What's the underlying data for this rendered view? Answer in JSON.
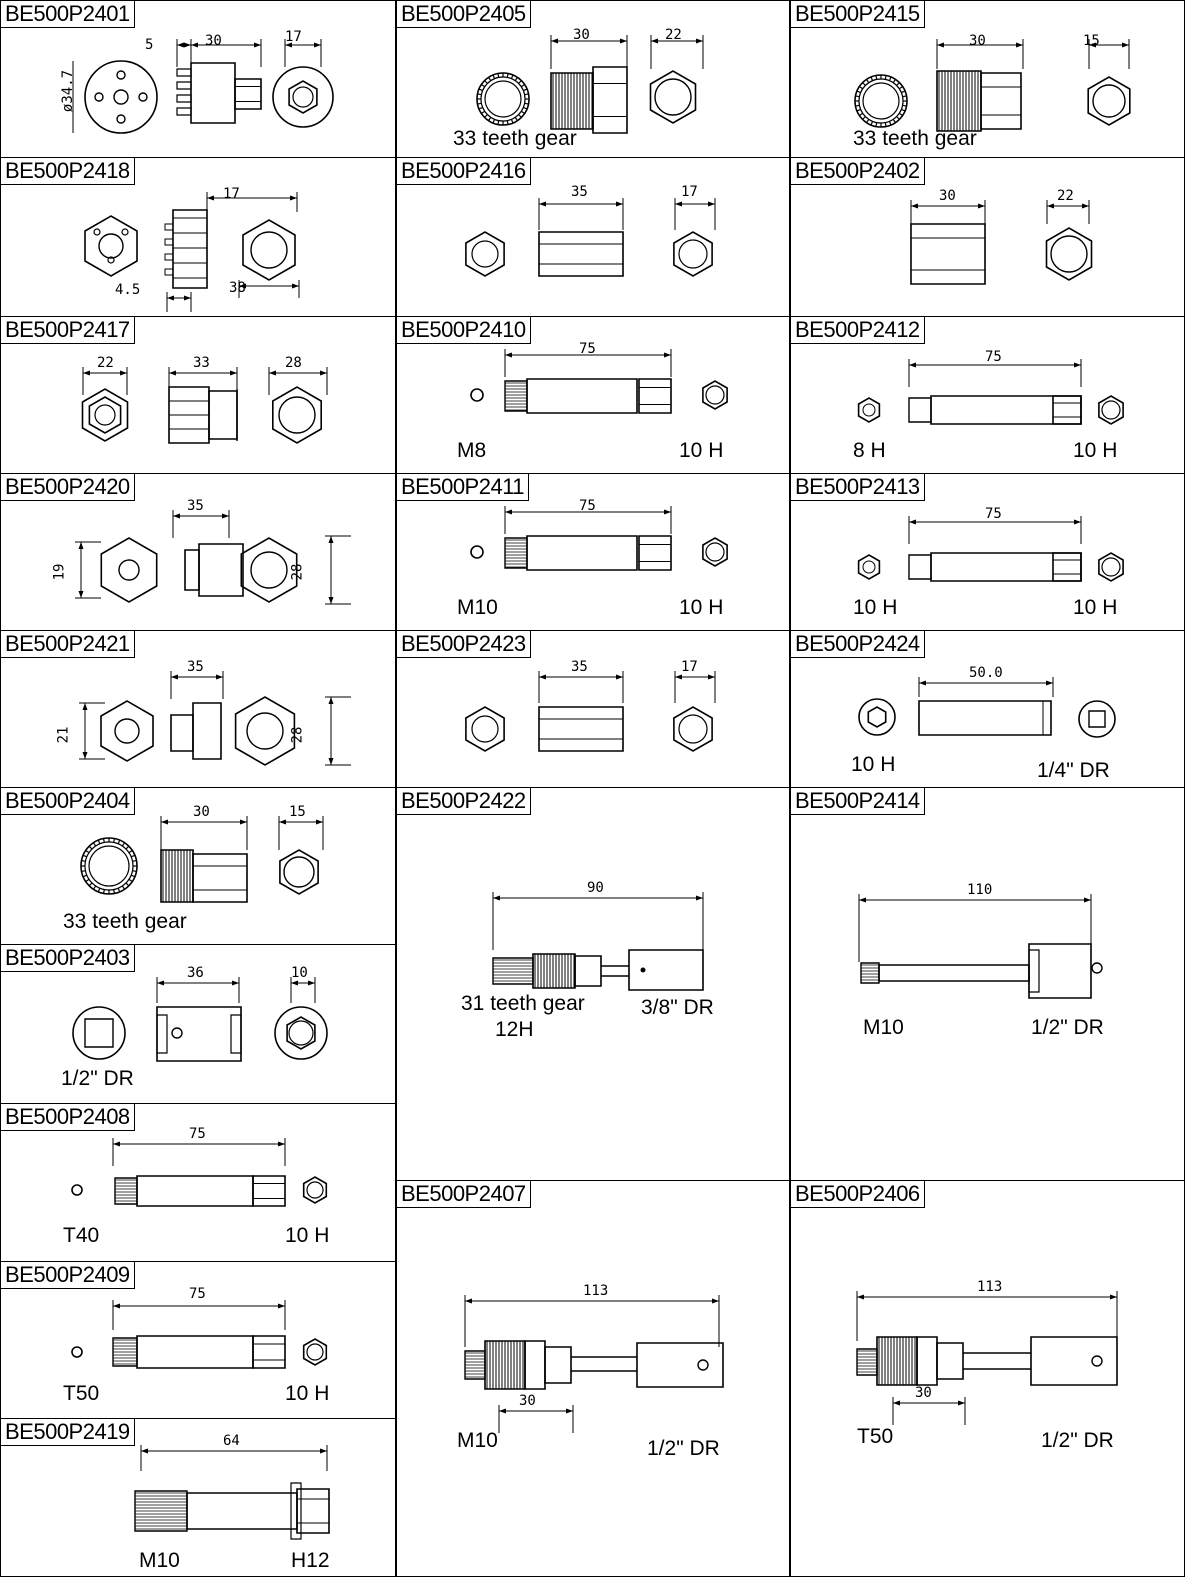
{
  "cells": [
    {
      "code": "BE500P2401",
      "labels": [],
      "dims": [
        "5",
        "30",
        "17",
        "ø34.7"
      ]
    },
    {
      "code": "BE500P2405",
      "labels": [
        "33 teeth gear"
      ],
      "dims": [
        "30",
        "22"
      ]
    },
    {
      "code": "BE500P2415",
      "labels": [
        "33 teeth gear"
      ],
      "dims": [
        "30",
        "15"
      ]
    },
    {
      "code": "BE500P2418",
      "labels": [],
      "dims": [
        "17",
        "4.5",
        "38"
      ]
    },
    {
      "code": "BE500P2416",
      "labels": [],
      "dims": [
        "35",
        "17"
      ]
    },
    {
      "code": "BE500P2402",
      "labels": [],
      "dims": [
        "30",
        "22"
      ]
    },
    {
      "code": "BE500P2417",
      "labels": [],
      "dims": [
        "22",
        "33",
        "28"
      ]
    },
    {
      "code": "BE500P2410",
      "labels": [
        "M8",
        "10 H"
      ],
      "dims": [
        "75"
      ]
    },
    {
      "code": "BE500P2412",
      "labels": [
        "8 H",
        "10 H"
      ],
      "dims": [
        "75"
      ]
    },
    {
      "code": "BE500P2420",
      "labels": [],
      "dims": [
        "35",
        "19",
        "28"
      ]
    },
    {
      "code": "BE500P2411",
      "labels": [
        "M10",
        "10 H"
      ],
      "dims": [
        "75"
      ]
    },
    {
      "code": "BE500P2413",
      "labels": [
        "10 H",
        "10 H"
      ],
      "dims": [
        "75"
      ]
    },
    {
      "code": "BE500P2421",
      "labels": [],
      "dims": [
        "35",
        "21",
        "28"
      ]
    },
    {
      "code": "BE500P2423",
      "labels": [],
      "dims": [
        "35",
        "17"
      ]
    },
    {
      "code": "BE500P2424",
      "labels": [
        "10 H",
        "1/4\" DR"
      ],
      "dims": [
        "50.0"
      ]
    },
    {
      "code": "BE500P2404",
      "labels": [
        "33 teeth gear"
      ],
      "dims": [
        "30",
        "15"
      ]
    },
    {
      "code": "BE500P2422",
      "labels": [
        "31 teeth gear",
        "12H",
        "3/8\" DR"
      ],
      "dims": [
        "90"
      ]
    },
    {
      "code": "BE500P2414",
      "labels": [
        "M10",
        "1/2\" DR"
      ],
      "dims": [
        "110"
      ]
    },
    {
      "code": "BE500P2403",
      "labels": [
        "1/2\" DR"
      ],
      "dims": [
        "36",
        "10"
      ]
    },
    {
      "code": "BE500P2408",
      "labels": [
        "T40",
        "10 H"
      ],
      "dims": [
        "75"
      ]
    },
    {
      "code": "BE500P2407",
      "labels": [
        "M10",
        "1/2\" DR"
      ],
      "dims": [
        "113",
        "30"
      ]
    },
    {
      "code": "BE500P2406",
      "labels": [
        "T50",
        "1/2\" DR"
      ],
      "dims": [
        "113",
        "30"
      ]
    },
    {
      "code": "BE500P2409",
      "labels": [
        "T50",
        "10 H"
      ],
      "dims": [
        "75"
      ]
    },
    {
      "code": "BE500P2419",
      "labels": [
        "M10",
        "H12"
      ],
      "dims": [
        "64"
      ]
    }
  ]
}
